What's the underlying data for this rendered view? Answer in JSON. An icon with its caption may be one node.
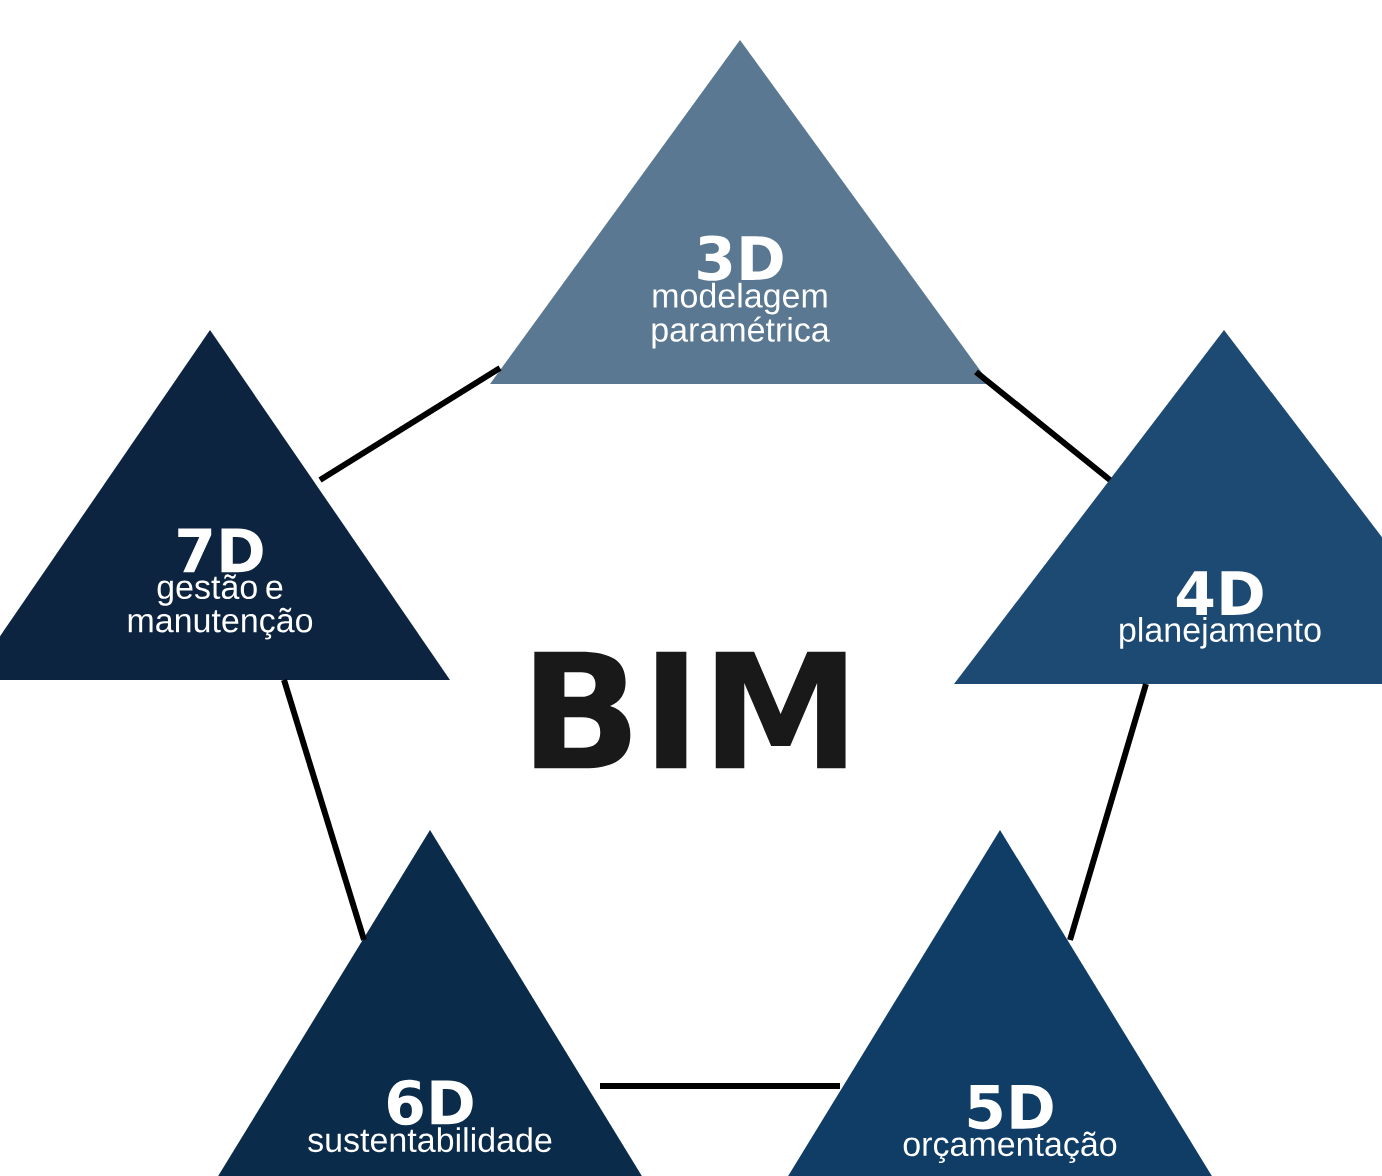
{
  "diagram": {
    "nodes": [
      {
        "text": [
          "3D",
          "modelagem paramétrica"
        ]
      },
      {
        "text": [
          "4D",
          "planejamento"
        ]
      },
      {
        "text": [
          "5D",
          "orçamentação"
        ]
      },
      {
        "text": [
          "6D",
          "sustentabilidade"
        ]
      },
      {
        "text": [
          "7D",
          "gestão e manutenção"
        ]
      }
    ],
    "edges": [
      {
        "from": 0,
        "to": 1,
        "arrow": "none"
      },
      {
        "from": 1,
        "to": 2,
        "arrow": "none"
      },
      {
        "from": 2,
        "to": 3,
        "arrow": "none"
      },
      {
        "from": 3,
        "to": 4,
        "arrow": "none"
      },
      {
        "from": 4,
        "to": 0,
        "arrow": "none"
      }
    ],
    "labels": [
      "BIM"
    ]
  }
}
